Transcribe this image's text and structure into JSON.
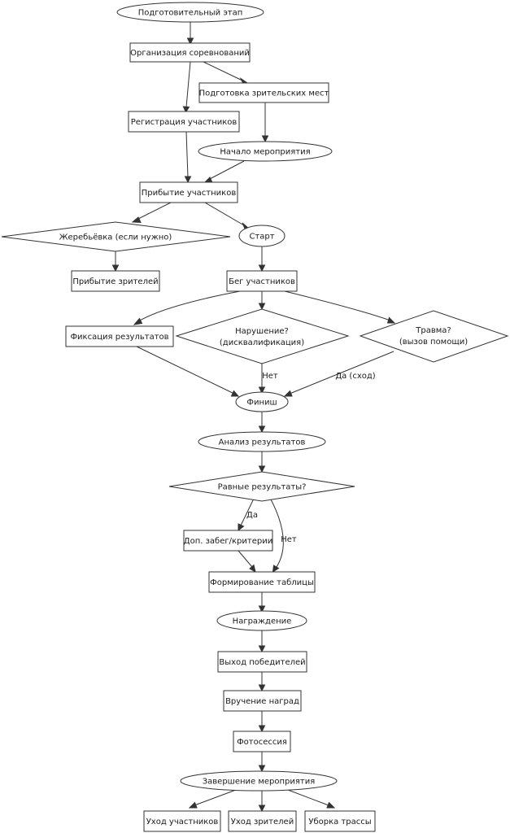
{
  "nodes": {
    "prep": "Подготовительный этап",
    "org": "Организация соревнований",
    "seats": "Подготовка зрительских мест",
    "reg": "Регистрация участников",
    "start_event": "Начало мероприятия",
    "arrival": "Прибытие участников",
    "draw": "Жеребьёвка (если нужно)",
    "start": "Старт",
    "spectators": "Прибытие зрителей",
    "run": "Бег участников",
    "fix": "Фиксация результатов",
    "violation_1": "Нарушение?",
    "violation_2": "(дисквалификация)",
    "injury_1": "Травма?",
    "injury_2": "(вызов помощи)",
    "finish": "Финиш",
    "analysis": "Анализ результатов",
    "equal": "Равные результаты?",
    "extra": "Доп. забег/критерии",
    "table": "Формирование таблицы",
    "awarding": "Награждение",
    "winners": "Выход победителей",
    "prizes": "Вручение наград",
    "photo": "Фотосессия",
    "end_event": "Завершение мероприятия",
    "leave_participants": "Уход участников",
    "leave_spectators": "Уход зрителей",
    "cleanup": "Уборка трассы"
  },
  "edges": {
    "no_violation": "Нет",
    "yes_injury": "Да (сход)",
    "yes_equal": "Да",
    "no_equal": "Нет"
  }
}
